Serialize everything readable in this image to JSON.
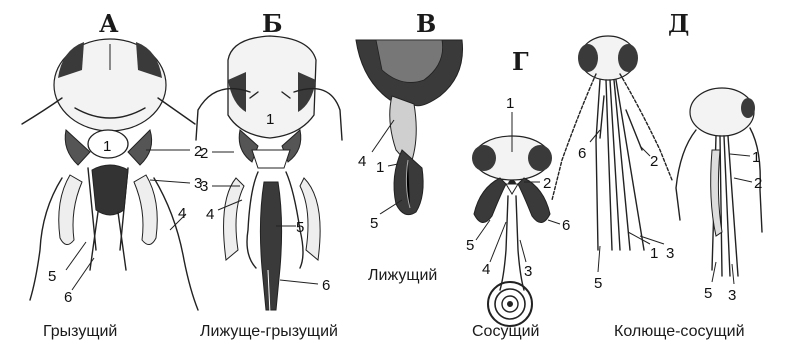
{
  "panels": [
    {
      "letter": "А",
      "caption": "Грызущий"
    },
    {
      "letter": "Б",
      "caption": "Лижуще-грызущий"
    },
    {
      "letter": "В",
      "caption": "Лижущий"
    },
    {
      "letter": "Г",
      "caption": "Сосущий"
    },
    {
      "letter": "Д",
      "caption": "Колюще-сосущий"
    }
  ],
  "labels": {
    "a": [
      "1",
      "2",
      "3",
      "4",
      "5",
      "6"
    ],
    "b": [
      "1",
      "2",
      "3",
      "4",
      "5",
      "6"
    ],
    "v": [
      "4",
      "1",
      "5"
    ],
    "g": [
      "1",
      "2",
      "6",
      "5",
      "4",
      "3"
    ],
    "d1": [
      "6",
      "2",
      "1",
      "3",
      "5"
    ],
    "d2": [
      "1",
      "2",
      "5",
      "3"
    ]
  },
  "colors": {
    "ink": "#222222",
    "shade": "#3a3a3a",
    "light": "#f2f2f2"
  }
}
